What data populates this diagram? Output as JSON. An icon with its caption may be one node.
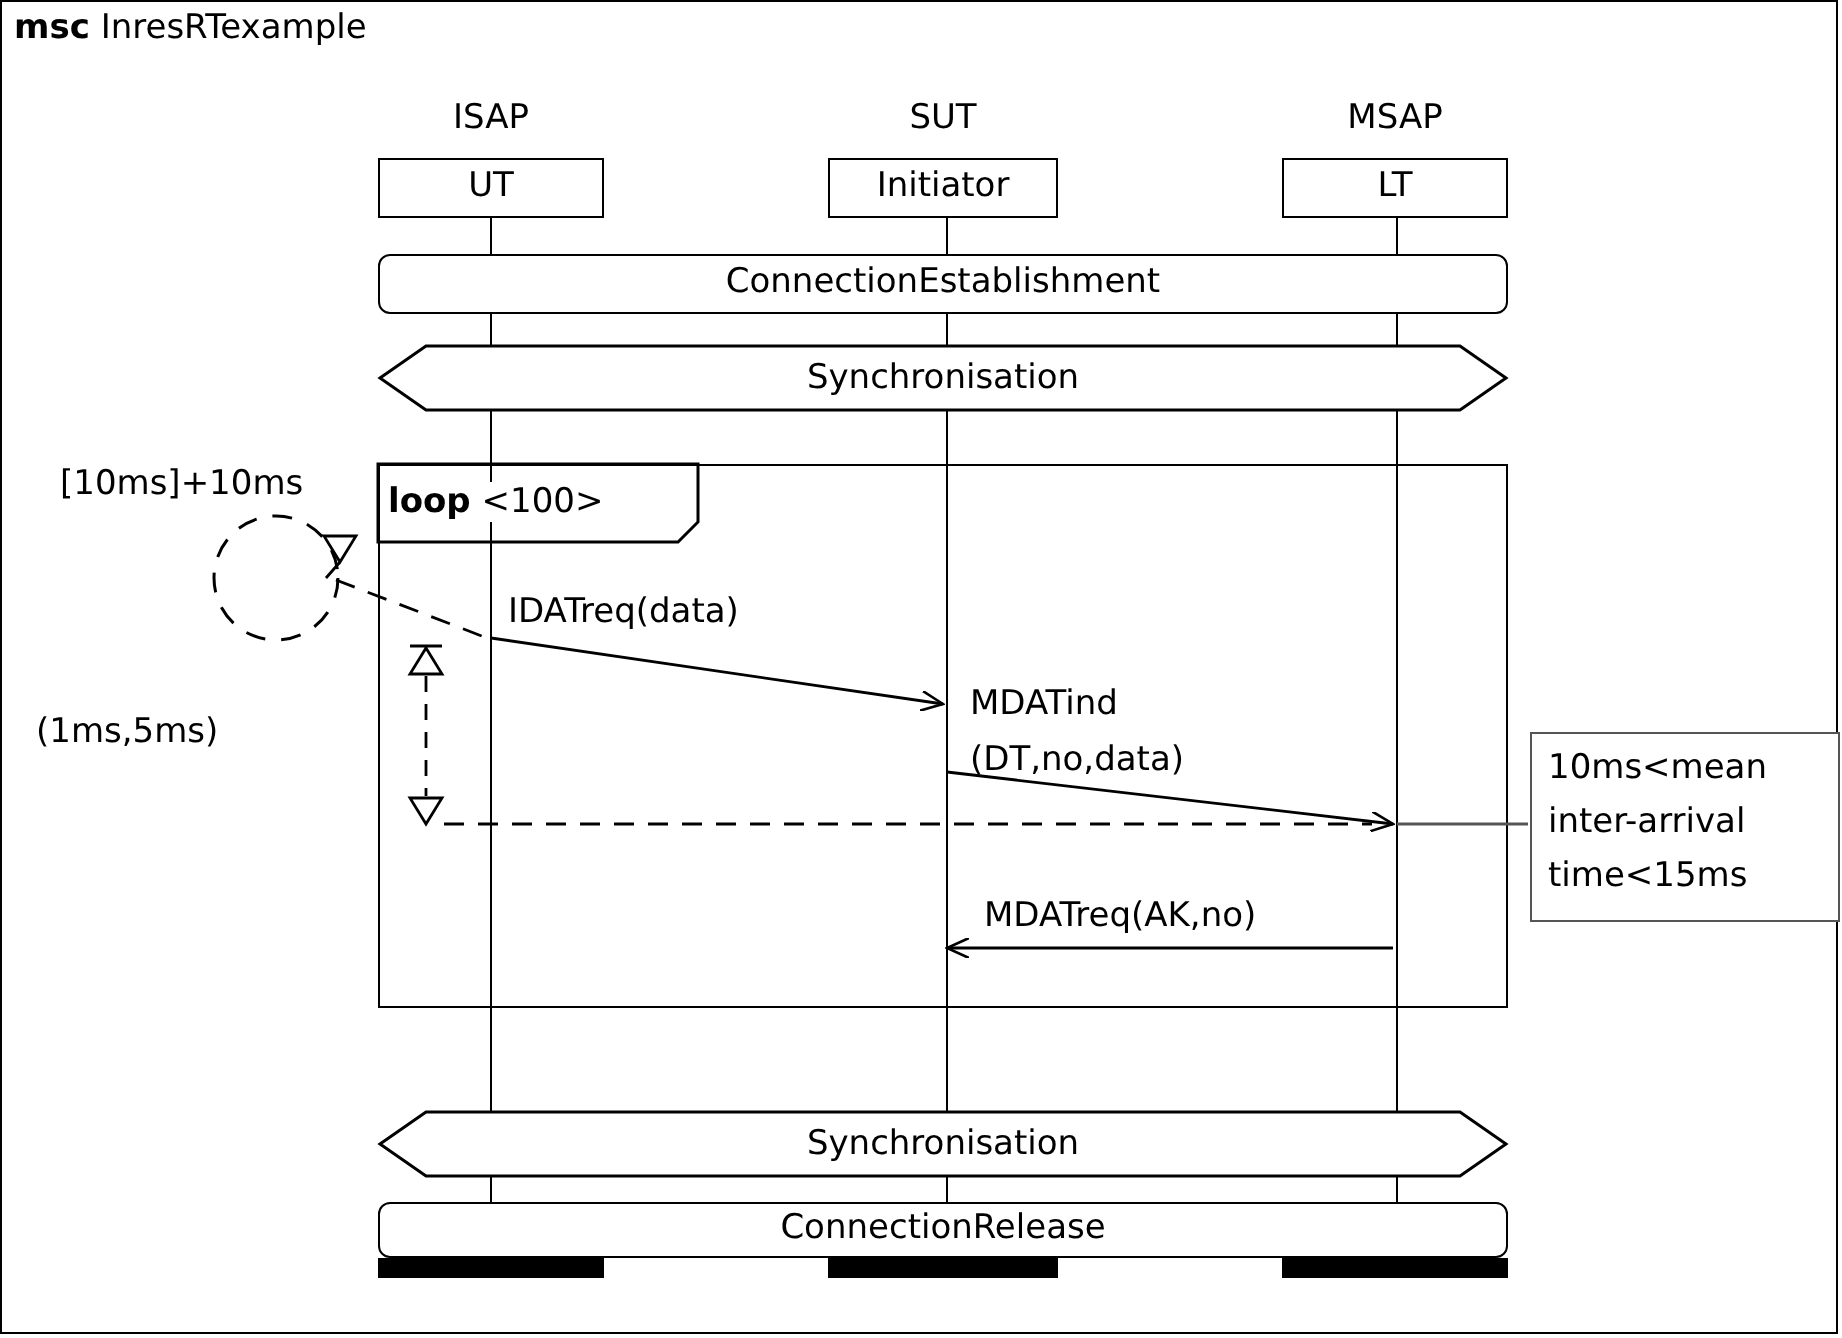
{
  "diagram": {
    "nodes": [
      {
        "text": [
          "**msc** InresRTexample"
        ]
      },
      {
        "text": [
          "ISAP",
          "UT"
        ],
        "in": 0
      },
      {
        "text": [
          "SUT",
          "Initiator"
        ],
        "in": 0
      },
      {
        "text": [
          "MSAP",
          "LT"
        ],
        "in": 0
      },
      {
        "text": [
          "ConnectionEstablishment"
        ],
        "in": 0
      },
      {
        "text": [
          "Synchronisation"
        ],
        "in": 0
      },
      {
        "text": [
          "**loop** <100>"
        ],
        "in": 0
      },
      {
        "text": [
          "Synchronisation"
        ],
        "in": 0
      },
      {
        "text": [
          "ConnectionRelease"
        ],
        "in": 0
      },
      {
        "text": [
          "10ms<mean inter-arrival time<15ms"
        ],
        "in": 0
      },
      {
        "text": [],
        "shape": "circle",
        "in": 0
      },
      {
        "text": [],
        "shape": "line",
        "in": 0
      },
      {
        "text": [],
        "shape": "line",
        "in": 0
      },
      {
        "text": [],
        "shape": "line",
        "in": 0
      }
    ],
    "edges": [
      {
        "from": 11,
        "to": 12,
        "arrow": "to",
        "label": "IDATreq(data)"
      },
      {
        "from": 12,
        "to": 13,
        "arrow": "to",
        "label": "MDATind (DT,no,data)"
      },
      {
        "from": 13,
        "to": 12,
        "arrow": "to",
        "label": "MDATreq(AK,no)"
      },
      {
        "from": 9,
        "to": 13,
        "arrow": "none"
      },
      {
        "from": 10,
        "to": 11,
        "arrow": "none",
        "style": "dashed"
      }
    ],
    "labels": [
      "[10ms]+10ms",
      "(1ms,5ms)"
    ]
  }
}
